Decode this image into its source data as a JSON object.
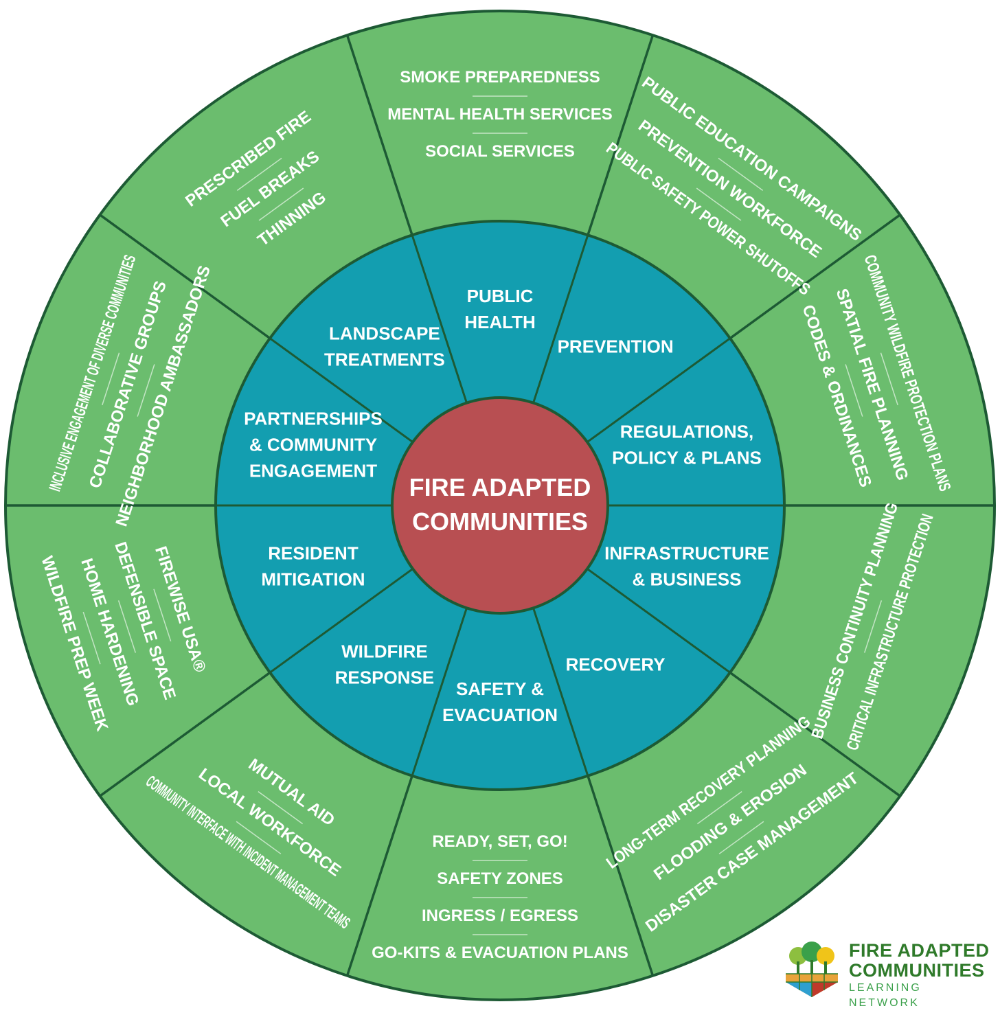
{
  "center": {
    "lines": [
      "FIRE ADAPTED",
      "COMMUNITIES"
    ]
  },
  "colors": {
    "outer_ring": "#6bbd6e",
    "inner_ring": "#139eb0",
    "center": "#b84f52",
    "divider": "#1d5a34",
    "text": "#ffffff",
    "logo_green": "#2f7a2a",
    "logo_light_green": "#3aa04a"
  },
  "segments": [
    {
      "inner": [
        "PUBLIC",
        "HEALTH"
      ],
      "outer": [
        "SMOKE PREPAREDNESS",
        "MENTAL HEALTH SERVICES",
        "SOCIAL SERVICES"
      ]
    },
    {
      "inner": [
        "PREVENTION"
      ],
      "outer": [
        "PUBLIC EDUCATION CAMPAIGNS",
        "PREVENTION WORKFORCE",
        "PUBLIC SAFETY POWER SHUTOFFS"
      ]
    },
    {
      "inner": [
        "REGULATIONS,",
        "POLICY & PLANS"
      ],
      "outer": [
        "COMMUNITY WILDFIRE PROTECTION PLANS",
        "SPATIAL FIRE PLANNING",
        "CODES & ORDINANCES"
      ]
    },
    {
      "inner": [
        "INFRASTRUCTURE",
        "& BUSINESS"
      ],
      "outer": [
        "BUSINESS CONTINUITY PLANNING",
        "CRITICAL INFRASTRUCTURE PROTECTION"
      ]
    },
    {
      "inner": [
        "RECOVERY"
      ],
      "outer": [
        "LONG-TERM RECOVERY PLANNING",
        "FLOODING & EROSION",
        "DISASTER CASE MANAGEMENT"
      ]
    },
    {
      "inner": [
        "SAFETY &",
        "EVACUATION"
      ],
      "outer": [
        "READY, SET, GO!",
        "SAFETY ZONES",
        "INGRESS / EGRESS",
        "GO-KITS & EVACUATION PLANS"
      ]
    },
    {
      "inner": [
        "WILDFIRE",
        "RESPONSE"
      ],
      "outer": [
        "MUTUAL AID",
        "LOCAL WORKFORCE",
        "COMMUNITY INTERFACE WITH INCIDENT MANAGEMENT TEAMS"
      ]
    },
    {
      "inner": [
        "RESIDENT",
        "MITIGATION"
      ],
      "outer": [
        "FIREWISE USA®",
        "DEFENSIBLE SPACE",
        "HOME HARDENING",
        "WILDFIRE PREP WEEK"
      ]
    },
    {
      "inner": [
        "PARTNERSHIPS",
        "& COMMUNITY",
        "ENGAGEMENT"
      ],
      "outer": [
        "INCLUSIVE ENGAGEMENT OF DIVERSE COMMUNITIES",
        "COLLABORATIVE GROUPS",
        "NEIGHBORHOOD AMBASSADORS"
      ]
    },
    {
      "inner": [
        "LANDSCAPE",
        "TREATMENTS"
      ],
      "outer": [
        "PRESCRIBED FIRE",
        "FUEL BREAKS",
        "THINNING"
      ]
    }
  ],
  "logo": {
    "line1": "FIRE ADAPTED",
    "line2": "COMMUNITIES",
    "line3": "LEARNING NETWORK",
    "icon": "tree-landscape-icon"
  }
}
